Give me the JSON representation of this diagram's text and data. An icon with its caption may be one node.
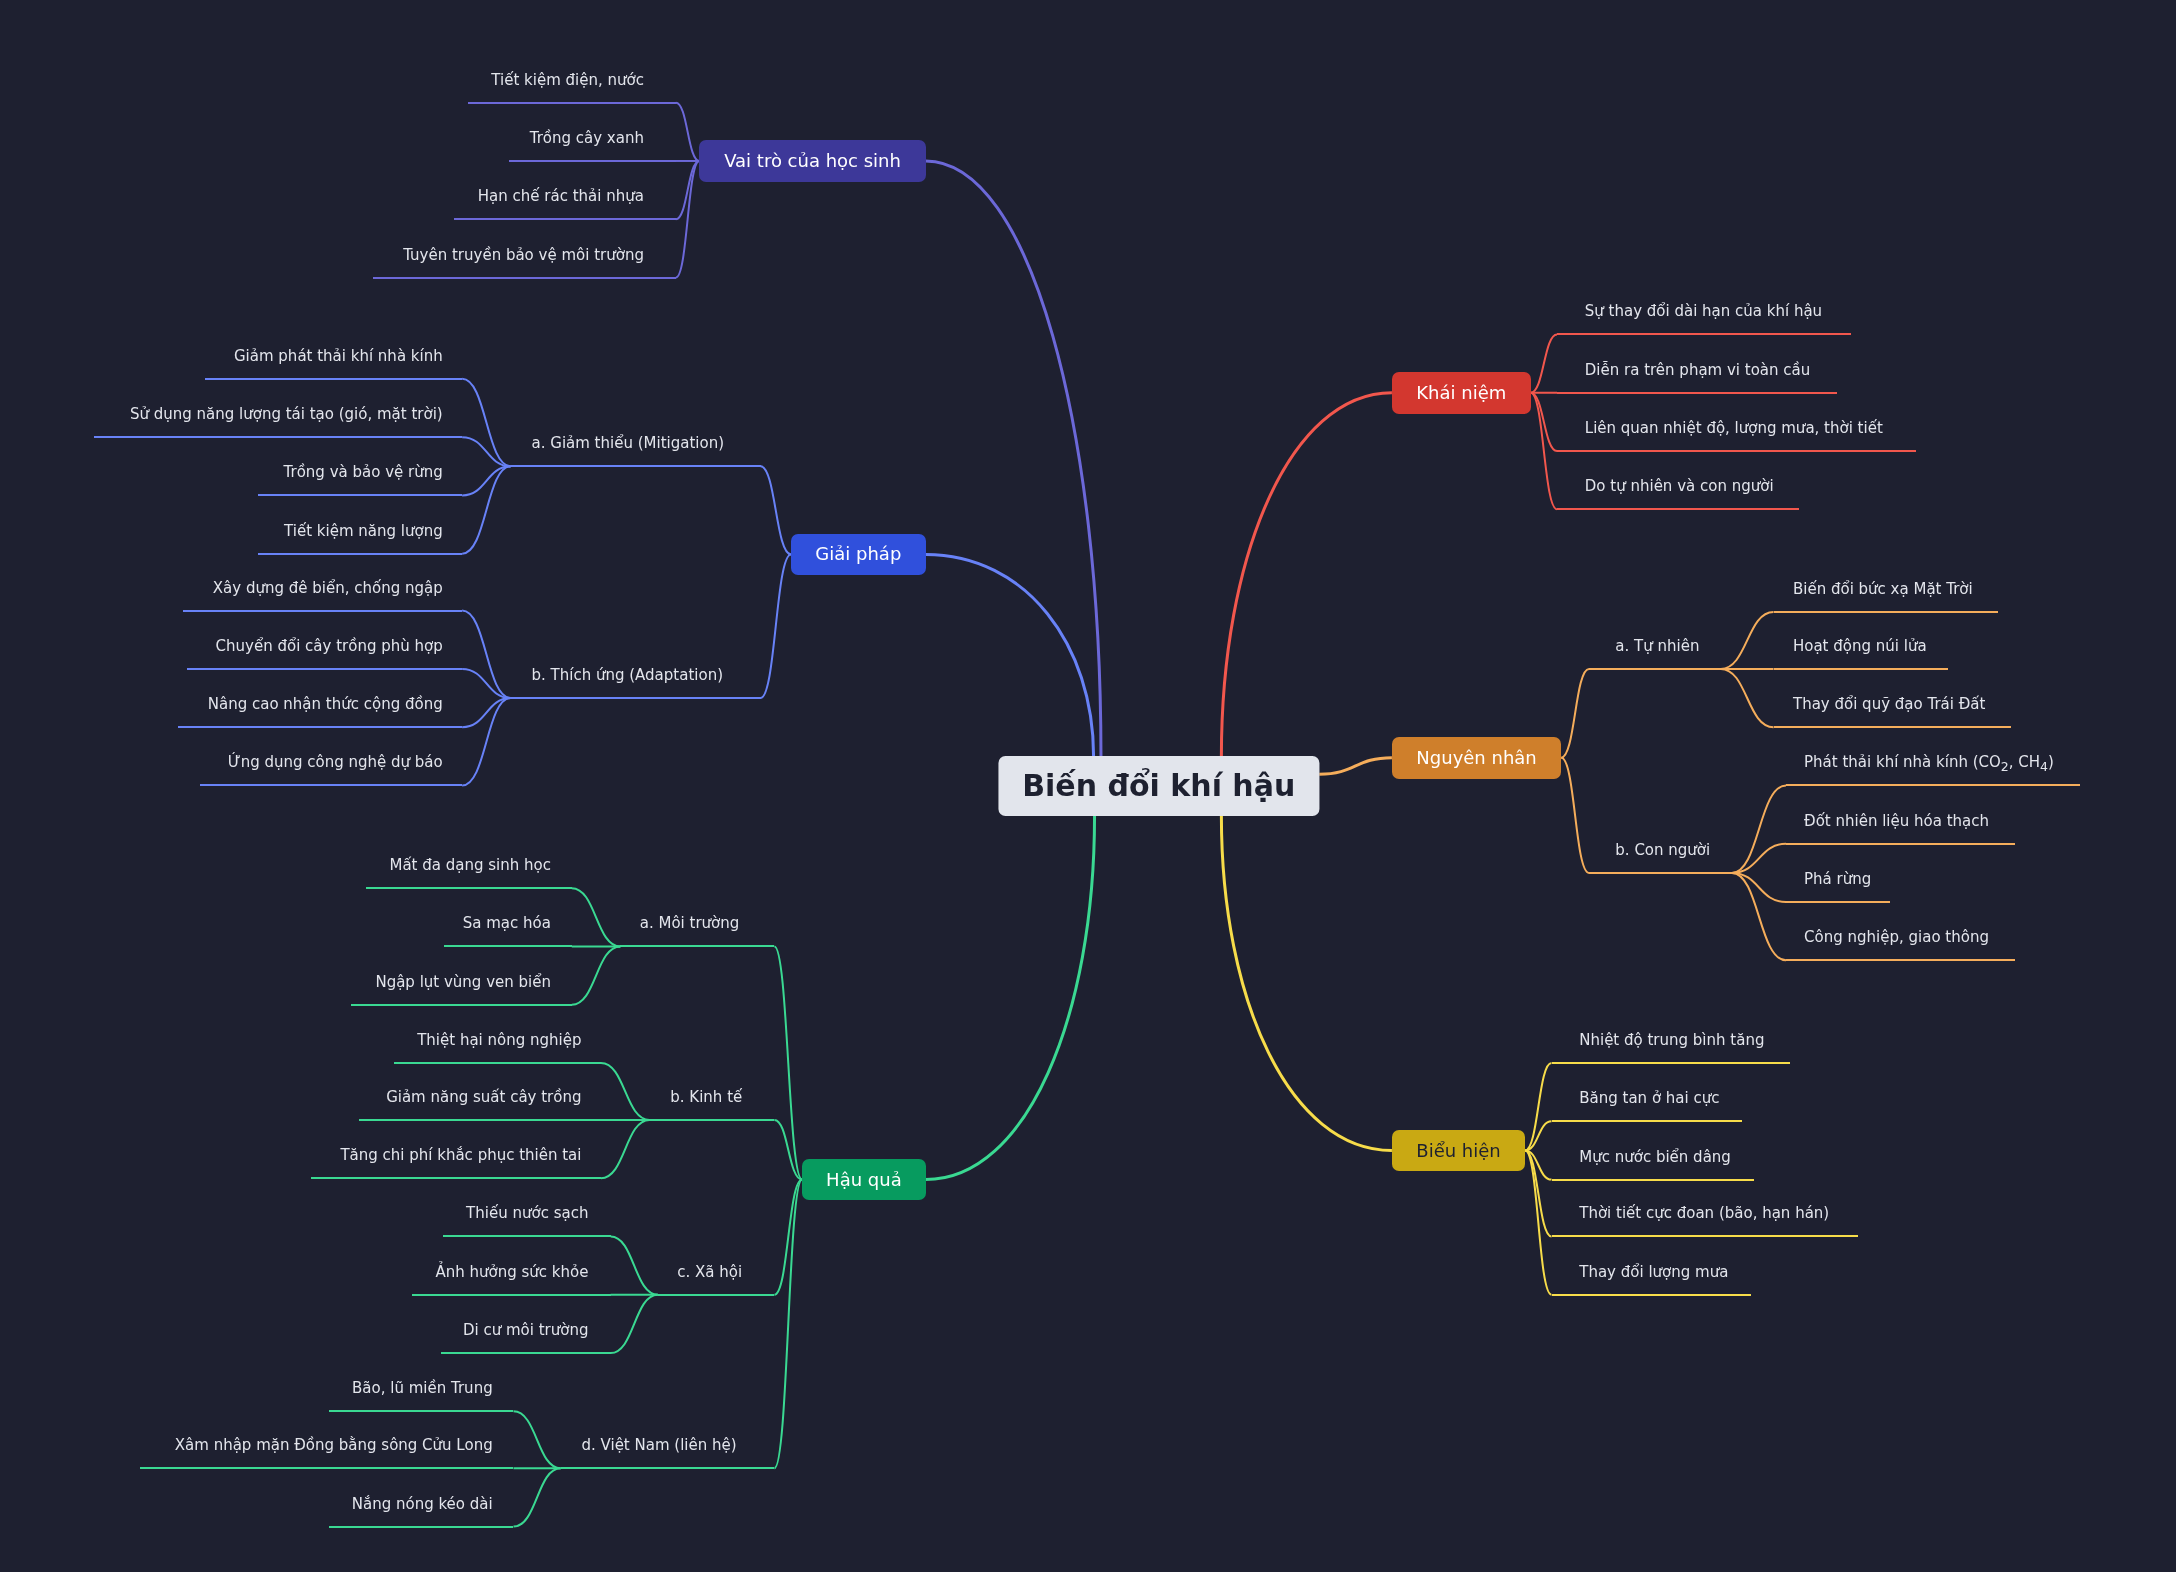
{
  "diagram": {
    "nodes": [
      {
        "text": [
          "Biến đổi khí hậu"
        ]
      },
      {
        "text": [
          "Vai trò của học sinh"
        ]
      },
      {
        "text": [
          "Tiết kiệm điện, nước"
        ]
      },
      {
        "text": [
          "Trồng cây xanh"
        ]
      },
      {
        "text": [
          "Hạn chế rác thải nhựa"
        ]
      },
      {
        "text": [
          "Tuyên truyền bảo vệ môi trường"
        ]
      },
      {
        "text": [
          "Giải pháp"
        ]
      },
      {
        "text": [
          "a. Giảm thiểu (Mitigation)"
        ]
      },
      {
        "text": [
          "Giảm phát thải khí nhà kính"
        ]
      },
      {
        "text": [
          "Sử dụng năng lượng tái tạo (gió, mặt trời)"
        ]
      },
      {
        "text": [
          "Trồng và bảo vệ rừng"
        ]
      },
      {
        "text": [
          "Tiết kiệm năng lượng"
        ]
      },
      {
        "text": [
          "b. Thích ứng (Adaptation)"
        ]
      },
      {
        "text": [
          "Xây dựng đê biển, chống ngập"
        ]
      },
      {
        "text": [
          "Chuyển đổi cây trồng phù hợp"
        ]
      },
      {
        "text": [
          "Nâng cao nhận thức cộng đồng"
        ]
      },
      {
        "text": [
          "Ứng dụng công nghệ dự báo"
        ]
      },
      {
        "text": [
          "Hậu quả"
        ]
      },
      {
        "text": [
          "a. Môi trường"
        ]
      },
      {
        "text": [
          "Mất đa dạng sinh học"
        ]
      },
      {
        "text": [
          "Sa mạc hóa"
        ]
      },
      {
        "text": [
          "Ngập lụt vùng ven biển"
        ]
      },
      {
        "text": [
          "b. Kinh tế"
        ]
      },
      {
        "text": [
          "Thiệt hại nông nghiệp"
        ]
      },
      {
        "text": [
          "Giảm năng suất cây trồng"
        ]
      },
      {
        "text": [
          "Tăng chi phí khắc phục thiên tai"
        ]
      },
      {
        "text": [
          "c. Xã hội"
        ]
      },
      {
        "text": [
          "Thiếu nước sạch"
        ]
      },
      {
        "text": [
          "Ảnh hưởng sức khỏe"
        ]
      },
      {
        "text": [
          "Di cư môi trường"
        ]
      },
      {
        "text": [
          "d. Việt Nam (liên hệ)"
        ]
      },
      {
        "text": [
          "Bão, lũ miền Trung"
        ]
      },
      {
        "text": [
          "Xâm nhập mặn Đồng bằng sông Cửu Long"
        ]
      },
      {
        "text": [
          "Nắng nóng kéo dài"
        ]
      },
      {
        "text": [
          "Khái niệm"
        ]
      },
      {
        "text": [
          "Sự thay đổi dài hạn của khí hậu"
        ]
      },
      {
        "text": [
          "Diễn ra trên phạm vi toàn cầu"
        ]
      },
      {
        "text": [
          "Liên quan nhiệt độ, lượng mưa, thời tiết"
        ]
      },
      {
        "text": [
          "Do tự nhiên và con người"
        ]
      },
      {
        "text": [
          "Nguyên nhân"
        ]
      },
      {
        "text": [
          "a. Tự nhiên"
        ]
      },
      {
        "text": [
          "Biến đổi bức xạ Mặt Trời"
        ]
      },
      {
        "text": [
          "Hoạt động núi lửa"
        ]
      },
      {
        "text": [
          "Thay đổi quỹ đạo Trái Đất"
        ]
      },
      {
        "text": [
          "b. Con người"
        ]
      },
      {
        "text": [
          "Phát thải khí nhà kính (CO$_{2}$, CH$_{4}$)"
        ]
      },
      {
        "text": [
          "Đốt nhiên liệu hóa thạch"
        ]
      },
      {
        "text": [
          "Phá rừng"
        ]
      },
      {
        "text": [
          "Công nghiệp, giao thông"
        ]
      },
      {
        "text": [
          "Biểu hiện"
        ]
      },
      {
        "text": [
          "Nhiệt độ trung bình tăng"
        ]
      },
      {
        "text": [
          "Băng tan ở hai cực"
        ]
      },
      {
        "text": [
          "Mực nước biển dâng"
        ]
      },
      {
        "text": [
          "Thời tiết cực đoan (bão, hạn hán)"
        ]
      },
      {
        "text": [
          "Thay đổi lượng mưa"
        ]
      }
    ],
    "edges": [
      {
        "from": 0,
        "to": 1,
        "arrow": "none",
        "color": "#6c68d8"
      },
      {
        "from": 0,
        "to": 6,
        "arrow": "none",
        "color": "#6882f7"
      },
      {
        "from": 0,
        "to": 17,
        "arrow": "none",
        "color": "#3ad992"
      },
      {
        "from": 0,
        "to": 34,
        "arrow": "none",
        "color": "#f2574d"
      },
      {
        "from": 0,
        "to": 39,
        "arrow": "none",
        "color": "#f5ad5b"
      },
      {
        "from": 0,
        "to": 49,
        "arrow": "none",
        "color": "#f7dc4a"
      },
      {
        "from": 1,
        "to": 2,
        "arrow": "none",
        "color": "#6c68d8"
      },
      {
        "from": 1,
        "to": 3,
        "arrow": "none",
        "color": "#6c68d8"
      },
      {
        "from": 1,
        "to": 4,
        "arrow": "none",
        "color": "#6c68d8"
      },
      {
        "from": 1,
        "to": 5,
        "arrow": "none",
        "color": "#6c68d8"
      },
      {
        "from": 6,
        "to": 7,
        "arrow": "none",
        "color": "#6882f7"
      },
      {
        "from": 7,
        "to": 8,
        "arrow": "none",
        "color": "#6882f7"
      },
      {
        "from": 7,
        "to": 9,
        "arrow": "none",
        "color": "#6882f7"
      },
      {
        "from": 7,
        "to": 10,
        "arrow": "none",
        "color": "#6882f7"
      },
      {
        "from": 7,
        "to": 11,
        "arrow": "none",
        "color": "#6882f7"
      },
      {
        "from": 6,
        "to": 12,
        "arrow": "none",
        "color": "#6882f7"
      },
      {
        "from": 12,
        "to": 13,
        "arrow": "none",
        "color": "#6882f7"
      },
      {
        "from": 12,
        "to": 14,
        "arrow": "none",
        "color": "#6882f7"
      },
      {
        "from": 12,
        "to": 15,
        "arrow": "none",
        "color": "#6882f7"
      },
      {
        "from": 12,
        "to": 16,
        "arrow": "none",
        "color": "#6882f7"
      },
      {
        "from": 17,
        "to": 18,
        "arrow": "none",
        "color": "#3ad992"
      },
      {
        "from": 18,
        "to": 19,
        "arrow": "none",
        "color": "#3ad992"
      },
      {
        "from": 18,
        "to": 20,
        "arrow": "none",
        "color": "#3ad992"
      },
      {
        "from": 18,
        "to": 21,
        "arrow": "none",
        "color": "#3ad992"
      },
      {
        "from": 17,
        "to": 22,
        "arrow": "none",
        "color": "#3ad992"
      },
      {
        "from": 22,
        "to": 23,
        "arrow": "none",
        "color": "#3ad992"
      },
      {
        "from": 22,
        "to": 24,
        "arrow": "none",
        "color": "#3ad992"
      },
      {
        "from": 22,
        "to": 25,
        "arrow": "none",
        "color": "#3ad992"
      },
      {
        "from": 17,
        "to": 26,
        "arrow": "none",
        "color": "#3ad992"
      },
      {
        "from": 26,
        "to": 27,
        "arrow": "none",
        "color": "#3ad992"
      },
      {
        "from": 26,
        "to": 28,
        "arrow": "none",
        "color": "#3ad992"
      },
      {
        "from": 26,
        "to": 29,
        "arrow": "none",
        "color": "#3ad992"
      },
      {
        "from": 17,
        "to": 30,
        "arrow": "none",
        "color": "#3ad992"
      },
      {
        "from": 30,
        "to": 31,
        "arrow": "none",
        "color": "#3ad992"
      },
      {
        "from": 30,
        "to": 32,
        "arrow": "none",
        "color": "#3ad992"
      },
      {
        "from": 30,
        "to": 33,
        "arrow": "none",
        "color": "#3ad992"
      },
      {
        "from": 34,
        "to": 35,
        "arrow": "none",
        "color": "#f2574d"
      },
      {
        "from": 34,
        "to": 36,
        "arrow": "none",
        "color": "#f2574d"
      },
      {
        "from": 34,
        "to": 37,
        "arrow": "none",
        "color": "#f2574d"
      },
      {
        "from": 34,
        "to": 38,
        "arrow": "none",
        "color": "#f2574d"
      },
      {
        "from": 39,
        "to": 40,
        "arrow": "none",
        "color": "#f5ad5b"
      },
      {
        "from": 40,
        "to": 41,
        "arrow": "none",
        "color": "#f5ad5b"
      },
      {
        "from": 40,
        "to": 42,
        "arrow": "none",
        "color": "#f5ad5b"
      },
      {
        "from": 40,
        "to": 43,
        "arrow": "none",
        "color": "#f5ad5b"
      },
      {
        "from": 39,
        "to": 44,
        "arrow": "none",
        "color": "#f5ad5b"
      },
      {
        "from": 44,
        "to": 45,
        "arrow": "none",
        "color": "#f5ad5b"
      },
      {
        "from": 44,
        "to": 46,
        "arrow": "none",
        "color": "#f5ad5b"
      },
      {
        "from": 44,
        "to": 47,
        "arrow": "none",
        "color": "#f5ad5b"
      },
      {
        "from": 44,
        "to": 48,
        "arrow": "none",
        "color": "#f5ad5b"
      },
      {
        "from": 49,
        "to": 50,
        "arrow": "none",
        "color": "#f7dc4a"
      },
      {
        "from": 49,
        "to": 51,
        "arrow": "none",
        "color": "#f7dc4a"
      },
      {
        "from": 49,
        "to": 52,
        "arrow": "none",
        "color": "#f7dc4a"
      },
      {
        "from": 49,
        "to": 53,
        "arrow": "none",
        "color": "#f7dc4a"
      },
      {
        "from": 49,
        "to": 54,
        "arrow": "none",
        "color": "#f7dc4a"
      }
    ]
  }
}
